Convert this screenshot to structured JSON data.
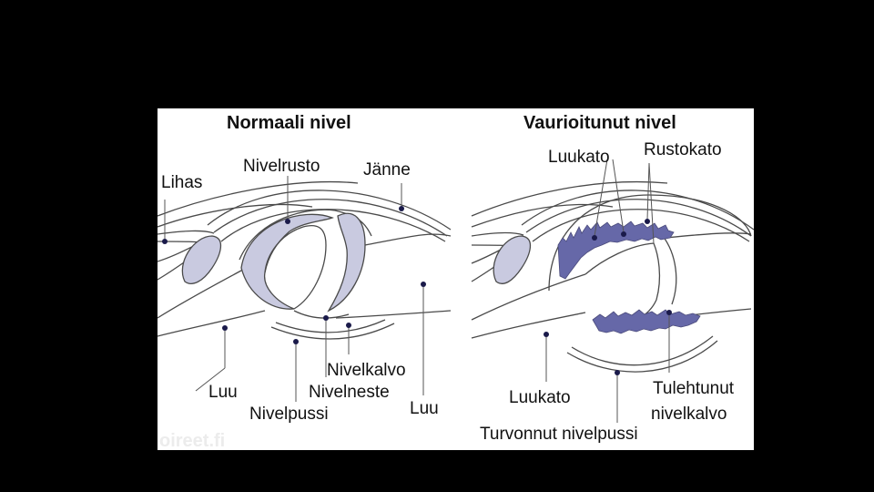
{
  "colors": {
    "background": "#000000",
    "panel": "#ffffff",
    "cartilage_fill": "#c9cae0",
    "damage_fill": "#6668a8",
    "line": "#4a4a4a",
    "marker": "#1a1a4a"
  },
  "normal": {
    "title": "Normaali nivel",
    "labels": {
      "lihas": "Lihas",
      "nivelrusto": "Nivelrusto",
      "janne": "Jänne",
      "luu_left": "Luu",
      "nivelpussi": "Nivelpussi",
      "nivelkalvo": "Nivelkalvo",
      "nivelneste": "Nivelneste",
      "luu_right": "Luu"
    }
  },
  "damaged": {
    "title": "Vaurioitunut nivel",
    "labels": {
      "luukato_top": "Luukato",
      "rustokato": "Rustokato",
      "luukato_bottom": "Luukato",
      "tulehtunut_line1": "Tulehtunut",
      "tulehtunut_line2": "nivelkalvo",
      "turvonnut": "Turvonnut nivelpussi"
    }
  },
  "watermark": "oireet.fi"
}
